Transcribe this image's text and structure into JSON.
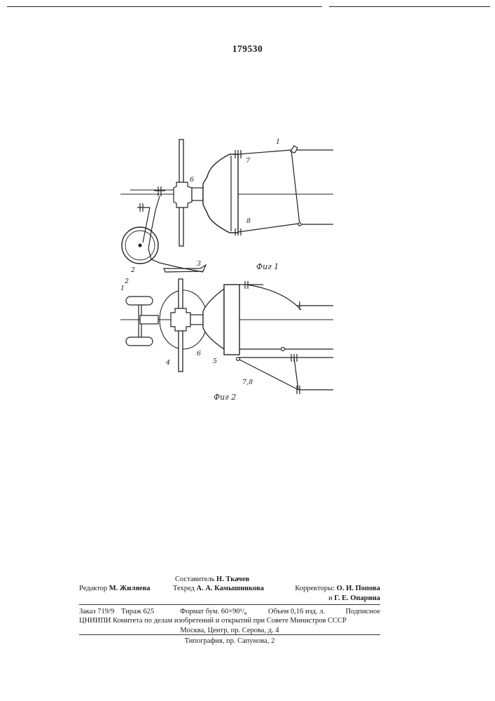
{
  "patent_number": "179530",
  "figures": [
    {
      "caption": "Фиг 1",
      "labels": [
        "1",
        "2",
        "3",
        "6",
        "7",
        "8"
      ]
    },
    {
      "caption": "Фиг 2",
      "labels": [
        "1",
        "2",
        "4",
        "5",
        "6",
        "7,8"
      ]
    }
  ],
  "imprint": {
    "compiler": {
      "role": "Составитель",
      "name": "Н. Ткачев"
    },
    "editor": {
      "role": "Редактор",
      "name": "М. Жиляева"
    },
    "techred": {
      "role": "Техред",
      "name": "А. А. Камышникова"
    },
    "correctors": {
      "role": "Корректоры:",
      "name1": "О. И. Попова",
      "conj": "и",
      "name2": "Г. Е. Опарина"
    },
    "order": "Заказ 719/9",
    "print_run": "Тираж 625",
    "format": "Формат бум. 60×90¹/₈",
    "volume": "Объем 0,16 изд. л.",
    "subscription": "Подписное",
    "org_line1": "ЦНИИПИ Комитета по делам изобретений и открытий при Совете Министров СССР",
    "org_line2": "Москва, Центр, пр. Серова, д. 4",
    "printer": "Типография, пр. Сапунова, 2"
  }
}
